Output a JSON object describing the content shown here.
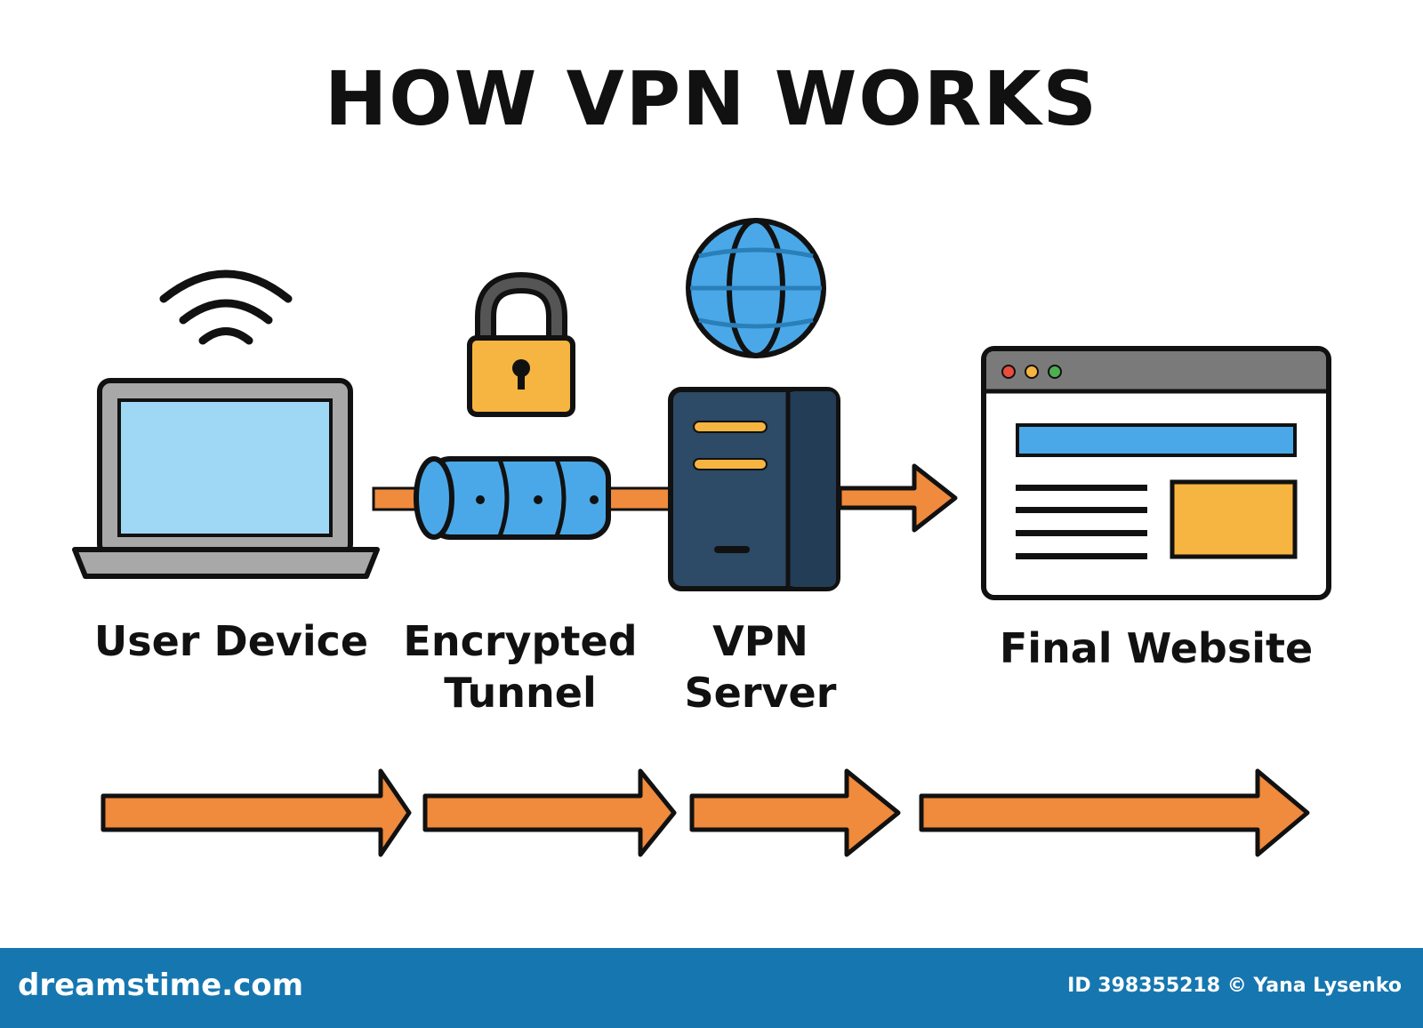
{
  "title": "HOW VPN WORKS",
  "nodes": {
    "user_device": "User Device",
    "encrypted_tunnel": "Encrypted\nTunnel",
    "vpn_server": "VPN\nServer",
    "final_website": "Final Website"
  },
  "footer": {
    "brand": "dreamstime.com",
    "credit": "ID 398355218 © Yana Lysenko"
  },
  "colors": {
    "orange": "#f08a3c",
    "blue": "#4aa8e8",
    "screen": "#9fd8f5",
    "server": "#2d4a66",
    "lock": "#f6b441",
    "footer": "#1677b0"
  },
  "icons": [
    "wifi-icon",
    "laptop-icon",
    "lock-icon",
    "tunnel-icon",
    "globe-icon",
    "server-icon",
    "browser-window-icon",
    "arrow-icon"
  ]
}
